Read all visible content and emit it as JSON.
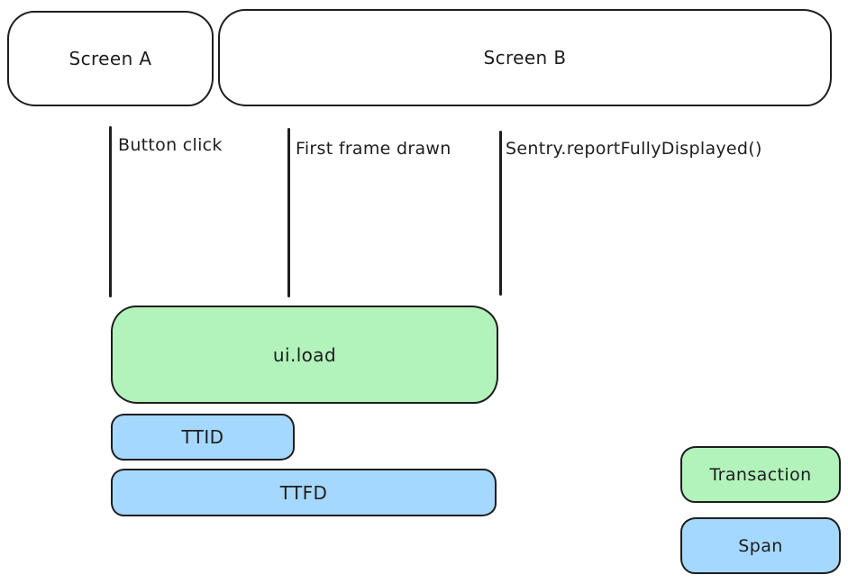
{
  "colors": {
    "stroke": "#1e1e1e",
    "background": "#ffffff",
    "transaction_fill": "#b2f2bb",
    "span_fill": "#a5d8ff"
  },
  "screens": [
    {
      "label": "Screen A"
    },
    {
      "label": "Screen B"
    }
  ],
  "markers": [
    {
      "label": "Button click"
    },
    {
      "label": "First frame drawn"
    },
    {
      "label": "Sentry.reportFullyDisplayed()"
    }
  ],
  "bars": [
    {
      "label": "ui.load",
      "kind": "transaction"
    },
    {
      "label": "TTID",
      "kind": "span"
    },
    {
      "label": "TTFD",
      "kind": "span"
    }
  ],
  "legend": [
    {
      "label": "Transaction",
      "kind": "transaction"
    },
    {
      "label": "Span",
      "kind": "span"
    }
  ]
}
